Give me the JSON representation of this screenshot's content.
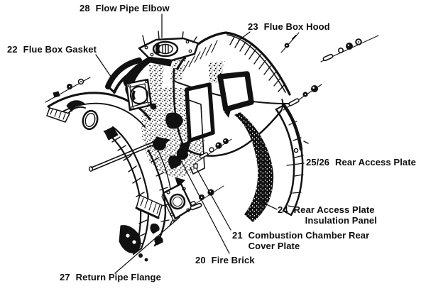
{
  "figure": {
    "kind": "exploded-parts-diagram",
    "subject_labels_total": 8
  },
  "colors": {
    "ink": "#111111",
    "background": "#ffffff"
  },
  "callouts": {
    "c28": {
      "num": "28",
      "name": "Flow Pipe Elbow"
    },
    "c23": {
      "num": "23",
      "name": "Flue Box Hood"
    },
    "c22": {
      "num": "22",
      "name": "Flue Box Gasket"
    },
    "c2526": {
      "num": "25/26",
      "name": "Rear Access Plate"
    },
    "c24": {
      "num": "24",
      "name": "Rear Access Plate",
      "name2": "Insulation Panel"
    },
    "c21": {
      "num": "21",
      "name": "Combustion Chamber Rear",
      "name2": "Cover Plate"
    },
    "c20": {
      "num": "20",
      "name": "Fire Brick"
    },
    "c27": {
      "num": "27",
      "name": "Return Pipe Flange"
    }
  }
}
